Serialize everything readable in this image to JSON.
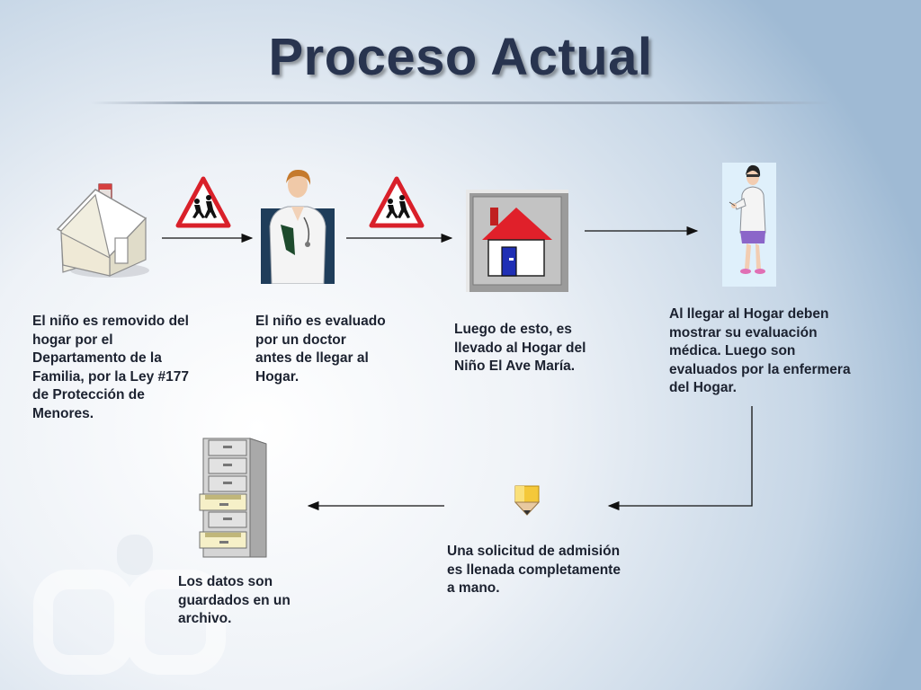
{
  "title": "Proceso Actual",
  "steps": [
    {
      "icon": "house-icon",
      "text": "El niño es removido del hogar por el Departamento de la Familia, por la Ley #177 de Protección de Menores."
    },
    {
      "icon": "doctor-icon",
      "text": "El niño es evaluado por un doctor antes de llegar al Hogar."
    },
    {
      "icon": "home-picture-icon",
      "text": "Luego de esto, es llevado al Hogar del Niño El Ave María."
    },
    {
      "icon": "nurse-icon",
      "text": "Al llegar al Hogar deben mostrar su evaluación médica. Luego son evaluados por la enfermera del Hogar."
    },
    {
      "icon": "pencil-icon",
      "text": "Una solicitud de admisión es llenada completamente a mano."
    },
    {
      "icon": "file-cabinet-icon",
      "text": "Los datos son guardados en un archivo."
    }
  ],
  "colors": {
    "title": "#28344f",
    "caption": "#1c2230",
    "warning_red": "#d9202a",
    "roof_red": "#e0202a"
  }
}
